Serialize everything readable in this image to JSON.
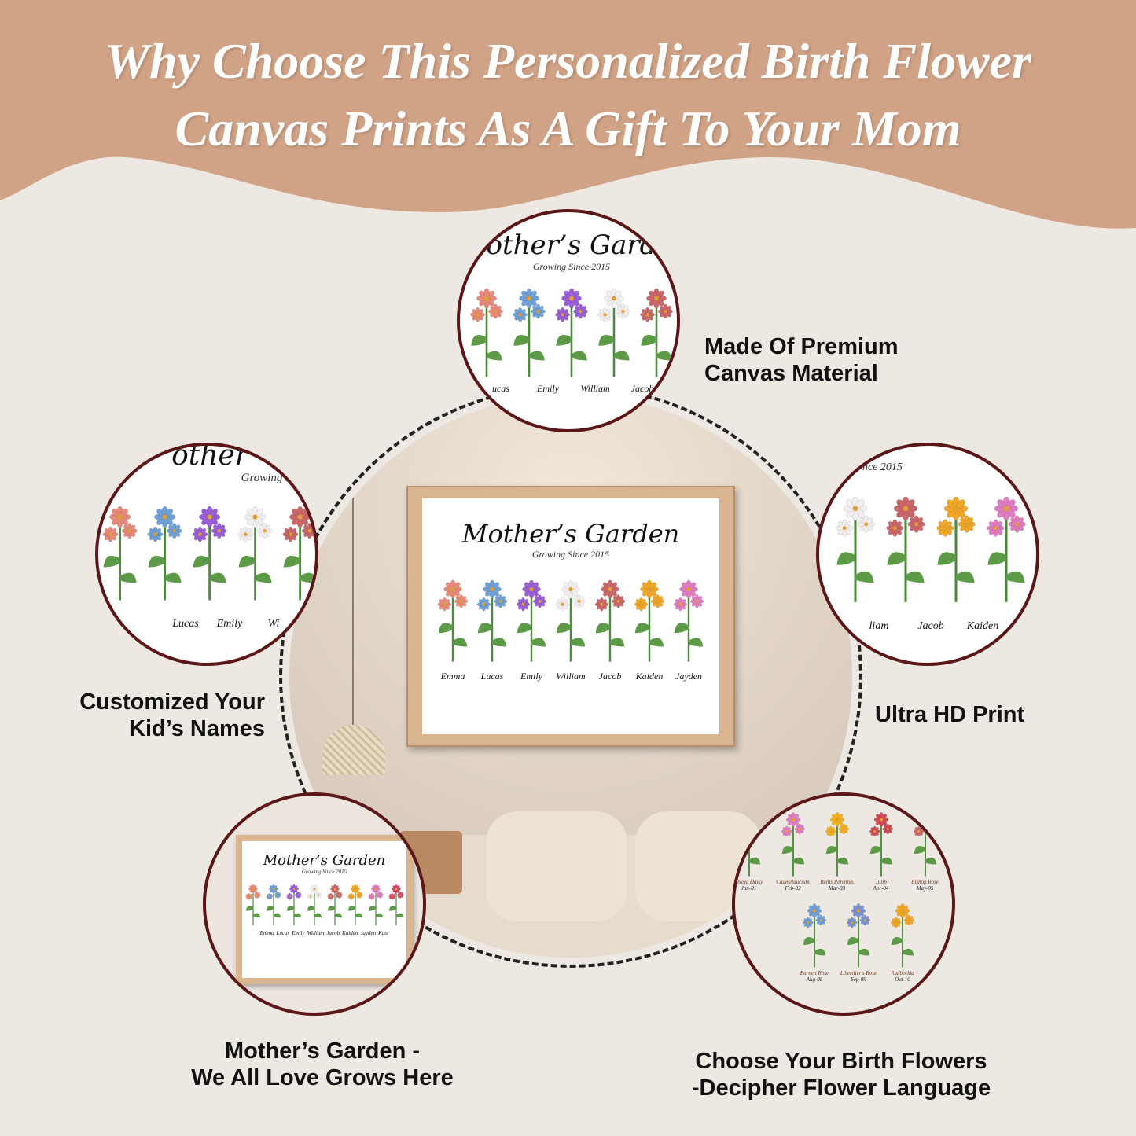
{
  "header": {
    "line1": "Why Choose This Personalized Birth Flower",
    "line2": "Canvas Prints As A Gift To Your Mom",
    "color": "#d1a386"
  },
  "colors": {
    "background": "#ede8e2",
    "circle_border": "#5b1717"
  },
  "canvas": {
    "title": "Mother’s Garden",
    "subtitle": "Growing Since 2015",
    "names": [
      "Emma",
      "Lucas",
      "Emily",
      "William",
      "Jacob",
      "Kaiden",
      "Jayden"
    ],
    "flower_colors": [
      "#e88a7a",
      "#6fa0d6",
      "#9a5fd6",
      "#f2eef0",
      "#c9676a",
      "#f0a627",
      "#e07cc0"
    ]
  },
  "circles": {
    "top": {
      "title": "other’s Gard",
      "subtitle": "Growing Since 2015",
      "names": [
        "ucas",
        "Emily",
        "William",
        "Jacob"
      ]
    },
    "left": {
      "title": "other",
      "subtitle": "Growing Sinc",
      "names": [
        "Lucas",
        "Emily",
        "Wi"
      ]
    },
    "right": {
      "subtitle": "nce 2015",
      "names": [
        "liam",
        "Jacob",
        "Kaiden"
      ]
    },
    "bottom_left": {
      "title": "Mother’s Garden",
      "subtitle": "Growing Since 2015",
      "names": [
        "Emma",
        "Lucas",
        "Emily",
        "William",
        "Jacob",
        "Kaiden",
        "Jayden",
        "Kate"
      ]
    },
    "bottom_right": {
      "row1": [
        {
          "name": "Oxeye Daisy",
          "date": "Jan-01"
        },
        {
          "name": "Chamelaucium",
          "date": "Feb-02"
        },
        {
          "name": "Bellis Perennis",
          "date": "Mar-03"
        },
        {
          "name": "Tulip",
          "date": "Apr-04"
        },
        {
          "name": "Bishop Rose",
          "date": "May-05"
        }
      ],
      "row2": [
        {
          "name": "Burnett Rose",
          "date": "Aug-08"
        },
        {
          "name": "L'heritier's Rose",
          "date": "Sep-09"
        },
        {
          "name": "Rudbeckia",
          "date": "Oct-10"
        }
      ]
    }
  },
  "features": {
    "premium": [
      "Made Of Premium",
      "Canvas Material"
    ],
    "names": [
      "Customized Your",
      "Kid’s Names"
    ],
    "hd": "Ultra HD Print",
    "garden": [
      "Mother’s Garden -",
      "We All Love Grows Here"
    ],
    "birth": [
      "Choose Your Birth Flowers",
      "-Decipher Flower Language"
    ]
  }
}
